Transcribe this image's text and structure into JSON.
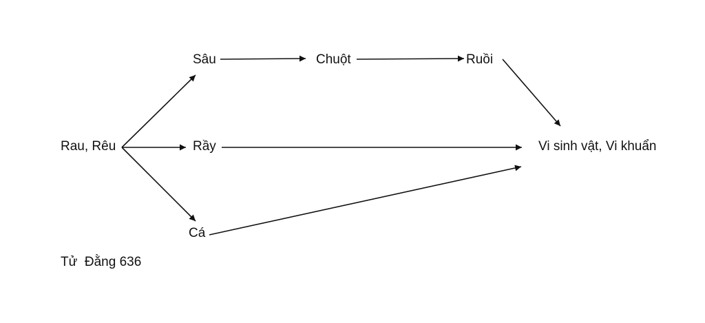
{
  "diagram": {
    "nodes": {
      "rau_reu": "Rau, Rêu",
      "sau": "Sâu",
      "ray": "Rầy",
      "ca": "Cá",
      "chuot": "Chuột",
      "ruoi": "Ruồi",
      "vi_sinh_vat": "Vi sinh vật, Vi khuẩn"
    },
    "edges": [
      {
        "from": "rau_reu",
        "to": "sau"
      },
      {
        "from": "rau_reu",
        "to": "ray"
      },
      {
        "from": "rau_reu",
        "to": "ca"
      },
      {
        "from": "sau",
        "to": "chuot"
      },
      {
        "from": "chuot",
        "to": "ruoi"
      },
      {
        "from": "ruoi",
        "to": "vi_sinh_vat"
      },
      {
        "from": "ray",
        "to": "vi_sinh_vat"
      },
      {
        "from": "ca",
        "to": "vi_sinh_vat"
      }
    ],
    "line_color": "#111111"
  },
  "caption": "Tử  Đằng 636"
}
